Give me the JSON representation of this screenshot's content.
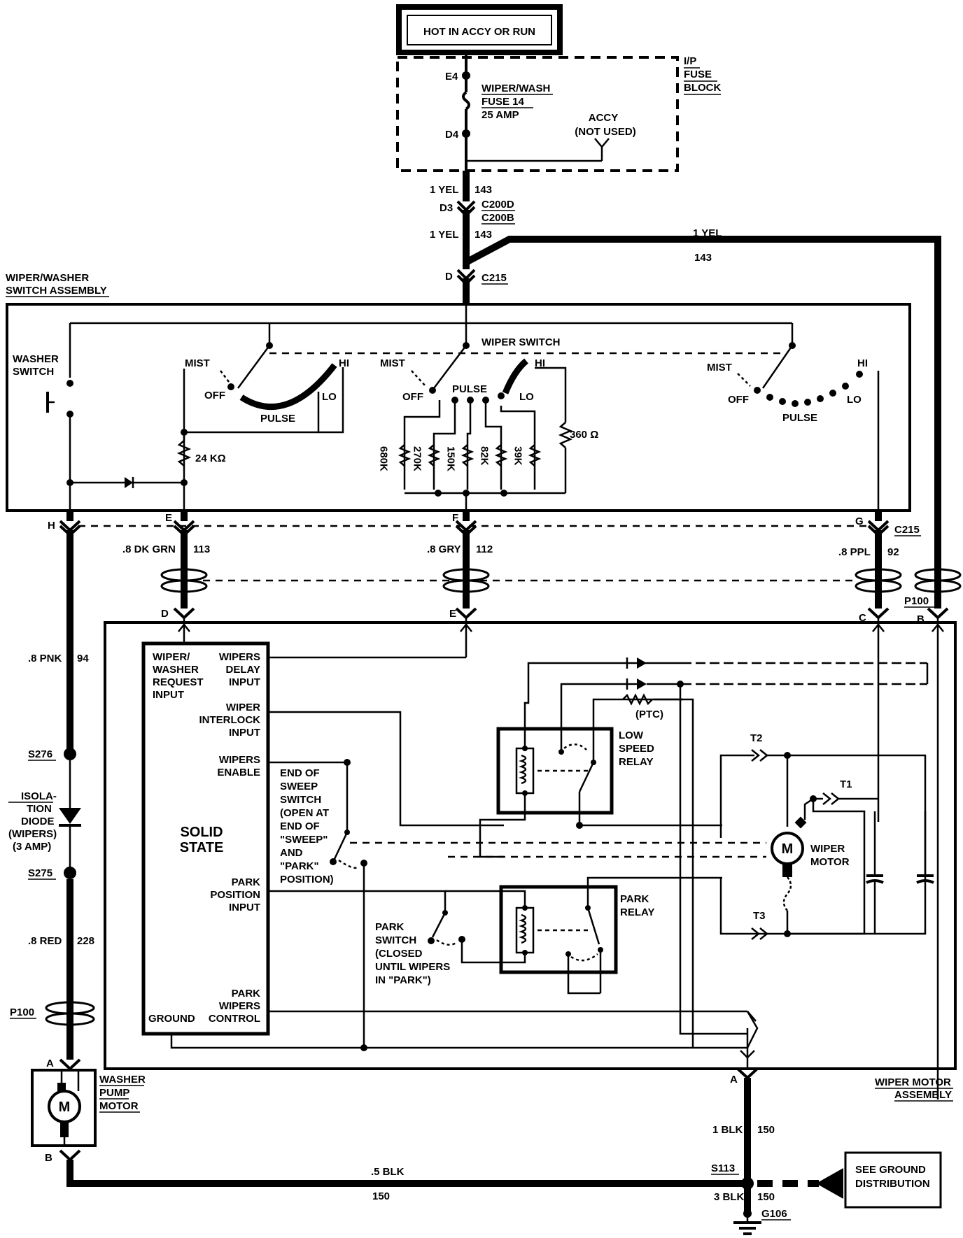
{
  "power_source": "HOT IN ACCY OR RUN",
  "fuse_block": {
    "title_lines": [
      "I/P",
      "FUSE",
      "BLOCK"
    ],
    "terminal_top": "E4",
    "terminal_bottom": "D4",
    "fuse_lines": [
      "WIPER/WASH",
      "FUSE 14",
      "25 AMP"
    ],
    "accy_lines": [
      "ACCY",
      "(NOT USED)"
    ]
  },
  "feed_wire": {
    "upper_wire": "1 YEL",
    "upper_circuit": "143",
    "connector_pin": "D3",
    "connector_lines": [
      "C200D",
      "C200B"
    ],
    "lower_wire": "1 YEL",
    "lower_circuit": "143",
    "right_wire": "1 YEL",
    "right_circuit": "143",
    "c215_pin": "D",
    "c215_label": "C215"
  },
  "switch_assembly": {
    "title_lines": [
      "WIPER/WASHER",
      "SWITCH ASSEMBLY"
    ],
    "washer_switch_lines": [
      "WASHER",
      "SWITCH"
    ],
    "wiper_switch": "WIPER SWITCH",
    "mist": "MIST",
    "off": "OFF",
    "pulse": "PULSE",
    "hi": "HI",
    "lo": "LO",
    "resistor_24k": "24 KΩ",
    "resistor_360": "360 Ω",
    "resistors_vertical": [
      "680K",
      "270K",
      "150K",
      "82K",
      "39K"
    ]
  },
  "c215_pins": {
    "h": "H",
    "e": "E",
    "f": "F",
    "g": "G",
    "label": "C215"
  },
  "wires_mid": {
    "e_wire": ".8 DK GRN",
    "e_circuit": "113",
    "f_wire": ".8 GRY",
    "f_circuit": "112",
    "g_wire": ".8 PPL",
    "g_circuit": "92",
    "p100": "P100"
  },
  "motor_pins": {
    "d": "D",
    "e": "E",
    "c": "C",
    "b": "B"
  },
  "washer_circuit": {
    "wire1": ".8 PNK",
    "circuit1": "94",
    "splice1": "S276",
    "diode_lines": [
      "ISOLA-",
      "TION",
      "DIODE",
      "(WIPERS)",
      "(3 AMP)"
    ],
    "splice2": "S275",
    "wire2": ".8 RED",
    "circuit2": "228",
    "p100": "P100",
    "pin_a": "A",
    "pin_b": "B",
    "motor_lines": [
      "WASHER",
      "PUMP",
      "MOTOR"
    ],
    "motor_symbol": "M"
  },
  "solid_state": {
    "left_lines": [
      "WIPER/",
      "WASHER",
      "REQUEST",
      "INPUT"
    ],
    "delay_lines": [
      "WIPERS",
      "DELAY",
      "INPUT"
    ],
    "interlock_lines": [
      "WIPER",
      "INTERLOCK",
      "INPUT"
    ],
    "enable_lines": [
      "WIPERS",
      "ENABLE"
    ],
    "center_lines": [
      "SOLID",
      "STATE"
    ],
    "park_pos_lines": [
      "PARK",
      "POSITION",
      "INPUT"
    ],
    "park_ctrl_lines": [
      "PARK",
      "WIPERS",
      "CONTROL"
    ],
    "ground": "GROUND"
  },
  "motor_assembly": {
    "title_lines": [
      "WIPER MOTOR",
      "ASSEMBLY"
    ],
    "end_sweep_lines": [
      "END OF",
      "SWEEP",
      "SWITCH",
      "(OPEN AT",
      "END OF",
      "\"SWEEP\"",
      "AND",
      "\"PARK\"",
      "POSITION)"
    ],
    "park_switch_lines": [
      "PARK",
      "SWITCH",
      "(CLOSED",
      "UNTIL WIPERS",
      "IN \"PARK\")"
    ],
    "low_relay_lines": [
      "LOW",
      "SPEED",
      "RELAY"
    ],
    "park_relay_lines": [
      "PARK",
      "RELAY"
    ],
    "ptc": "(PTC)",
    "t1": "T1",
    "t2": "T2",
    "t3": "T3",
    "motor_lines": [
      "WIPER",
      "MOTOR"
    ],
    "motor_symbol": "M",
    "pin_a": "A"
  },
  "ground": {
    "wire1": "1 BLK",
    "circuit1": "150",
    "wire2": ".5 BLK",
    "circuit2": "150",
    "splice": "S113",
    "wire3": "3 BLK",
    "circuit3": "150",
    "ground_id": "G106",
    "see_lines": [
      "SEE GROUND",
      "DISTRIBUTION"
    ]
  }
}
